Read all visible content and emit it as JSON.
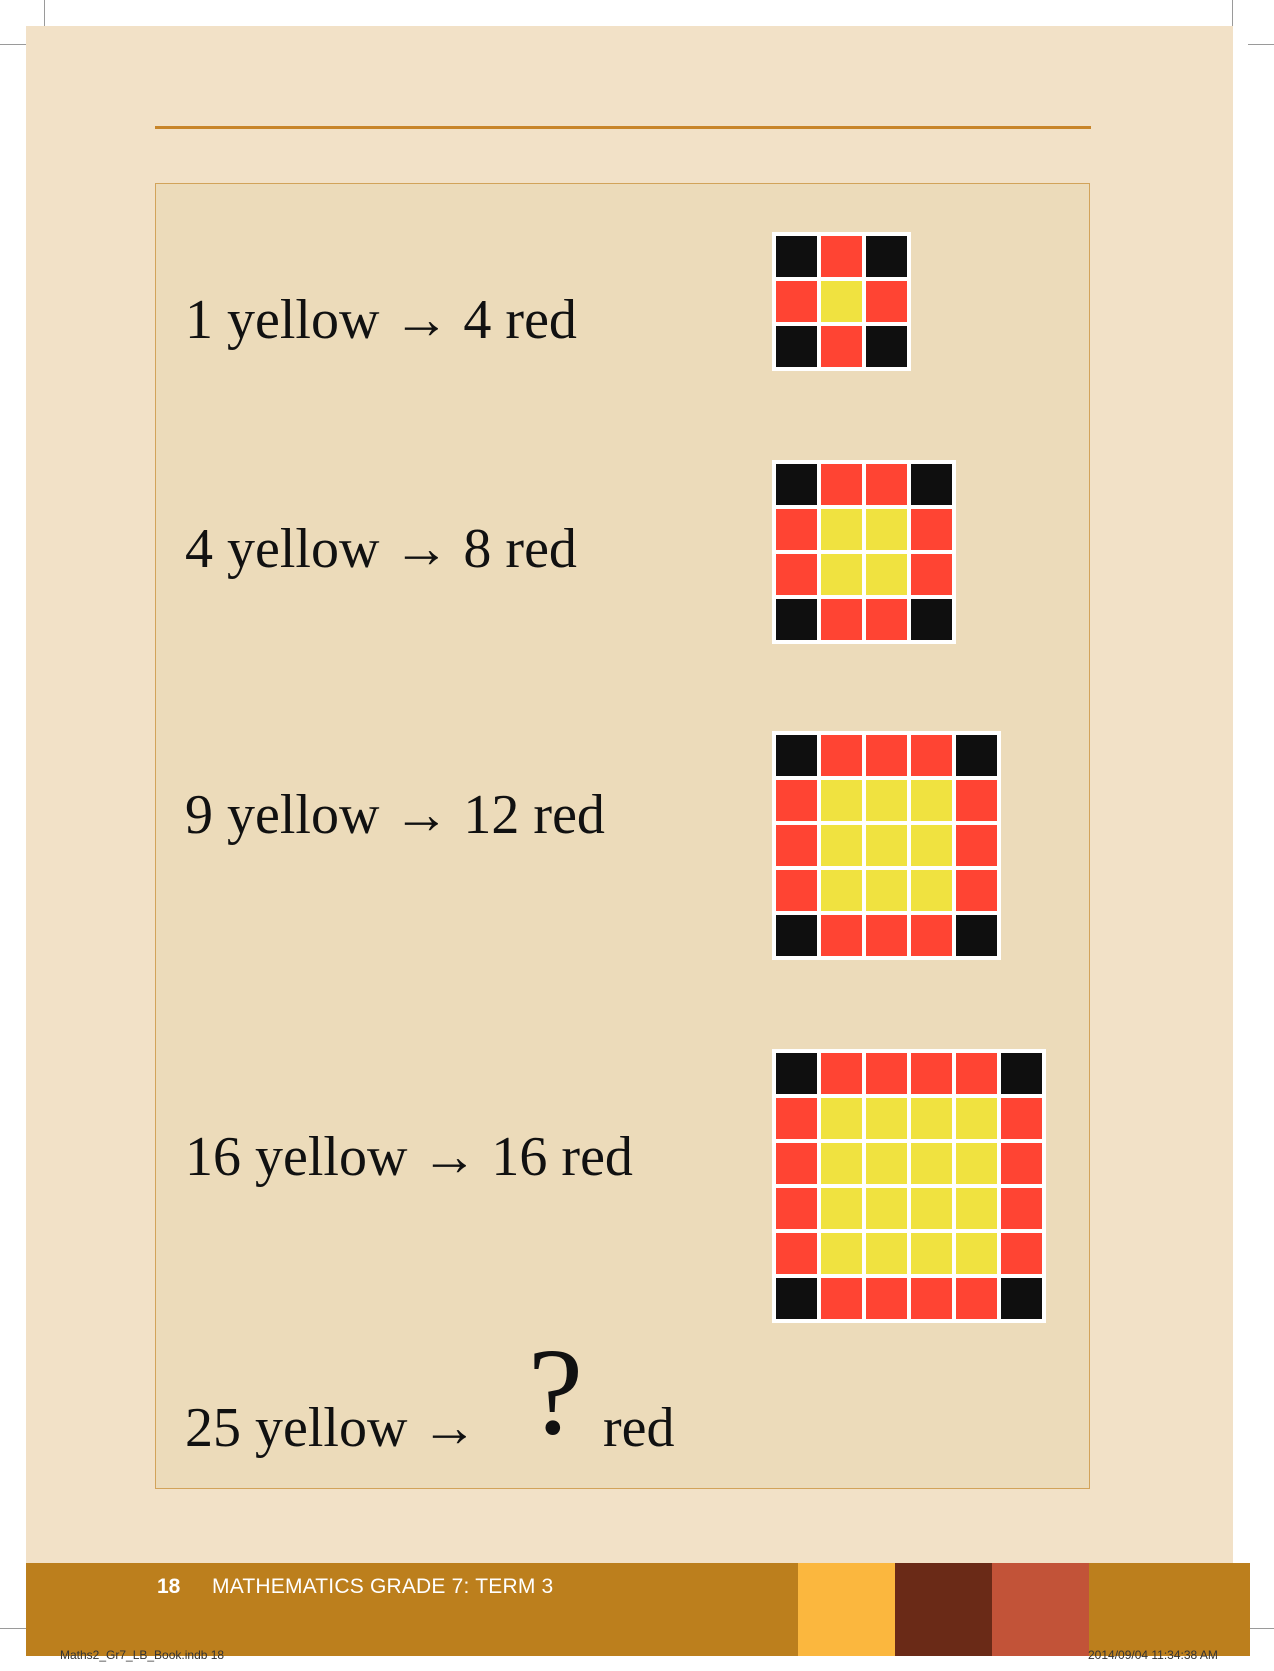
{
  "colors": {
    "page_background": "#f2e1c7",
    "panel_background": "#ecdbba",
    "rule": "#c8852a",
    "black": "#0f0f0f",
    "red": "#ff4433",
    "yellow": "#f0e240",
    "footer_band": "#bc7f1d",
    "swatch_1": "#fbb73e",
    "swatch_2": "#6a2a17",
    "swatch_3": "#c25338"
  },
  "rows": [
    {
      "yellow": "1 yellow",
      "arrow": "→",
      "red": "4 red",
      "n": 1
    },
    {
      "yellow": "4 yellow",
      "arrow": "→",
      "red": "8 red",
      "n": 2
    },
    {
      "yellow": "9 yellow",
      "arrow": "→",
      "red": "12 red",
      "n": 3
    },
    {
      "yellow": "16 yellow",
      "arrow": "→",
      "red": "16 red",
      "n": 4
    }
  ],
  "question": {
    "yellow": "25 yellow",
    "arrow": "→",
    "mark": "?",
    "red": "red"
  },
  "footer": {
    "page_number": "18",
    "title": "MATHEMATICS GRADE 7: TERM 3"
  },
  "slug": {
    "file": "Maths2_Gr7_LB_Book.indb   18",
    "datetime": "2014/09/04   11:34:38 AM"
  }
}
